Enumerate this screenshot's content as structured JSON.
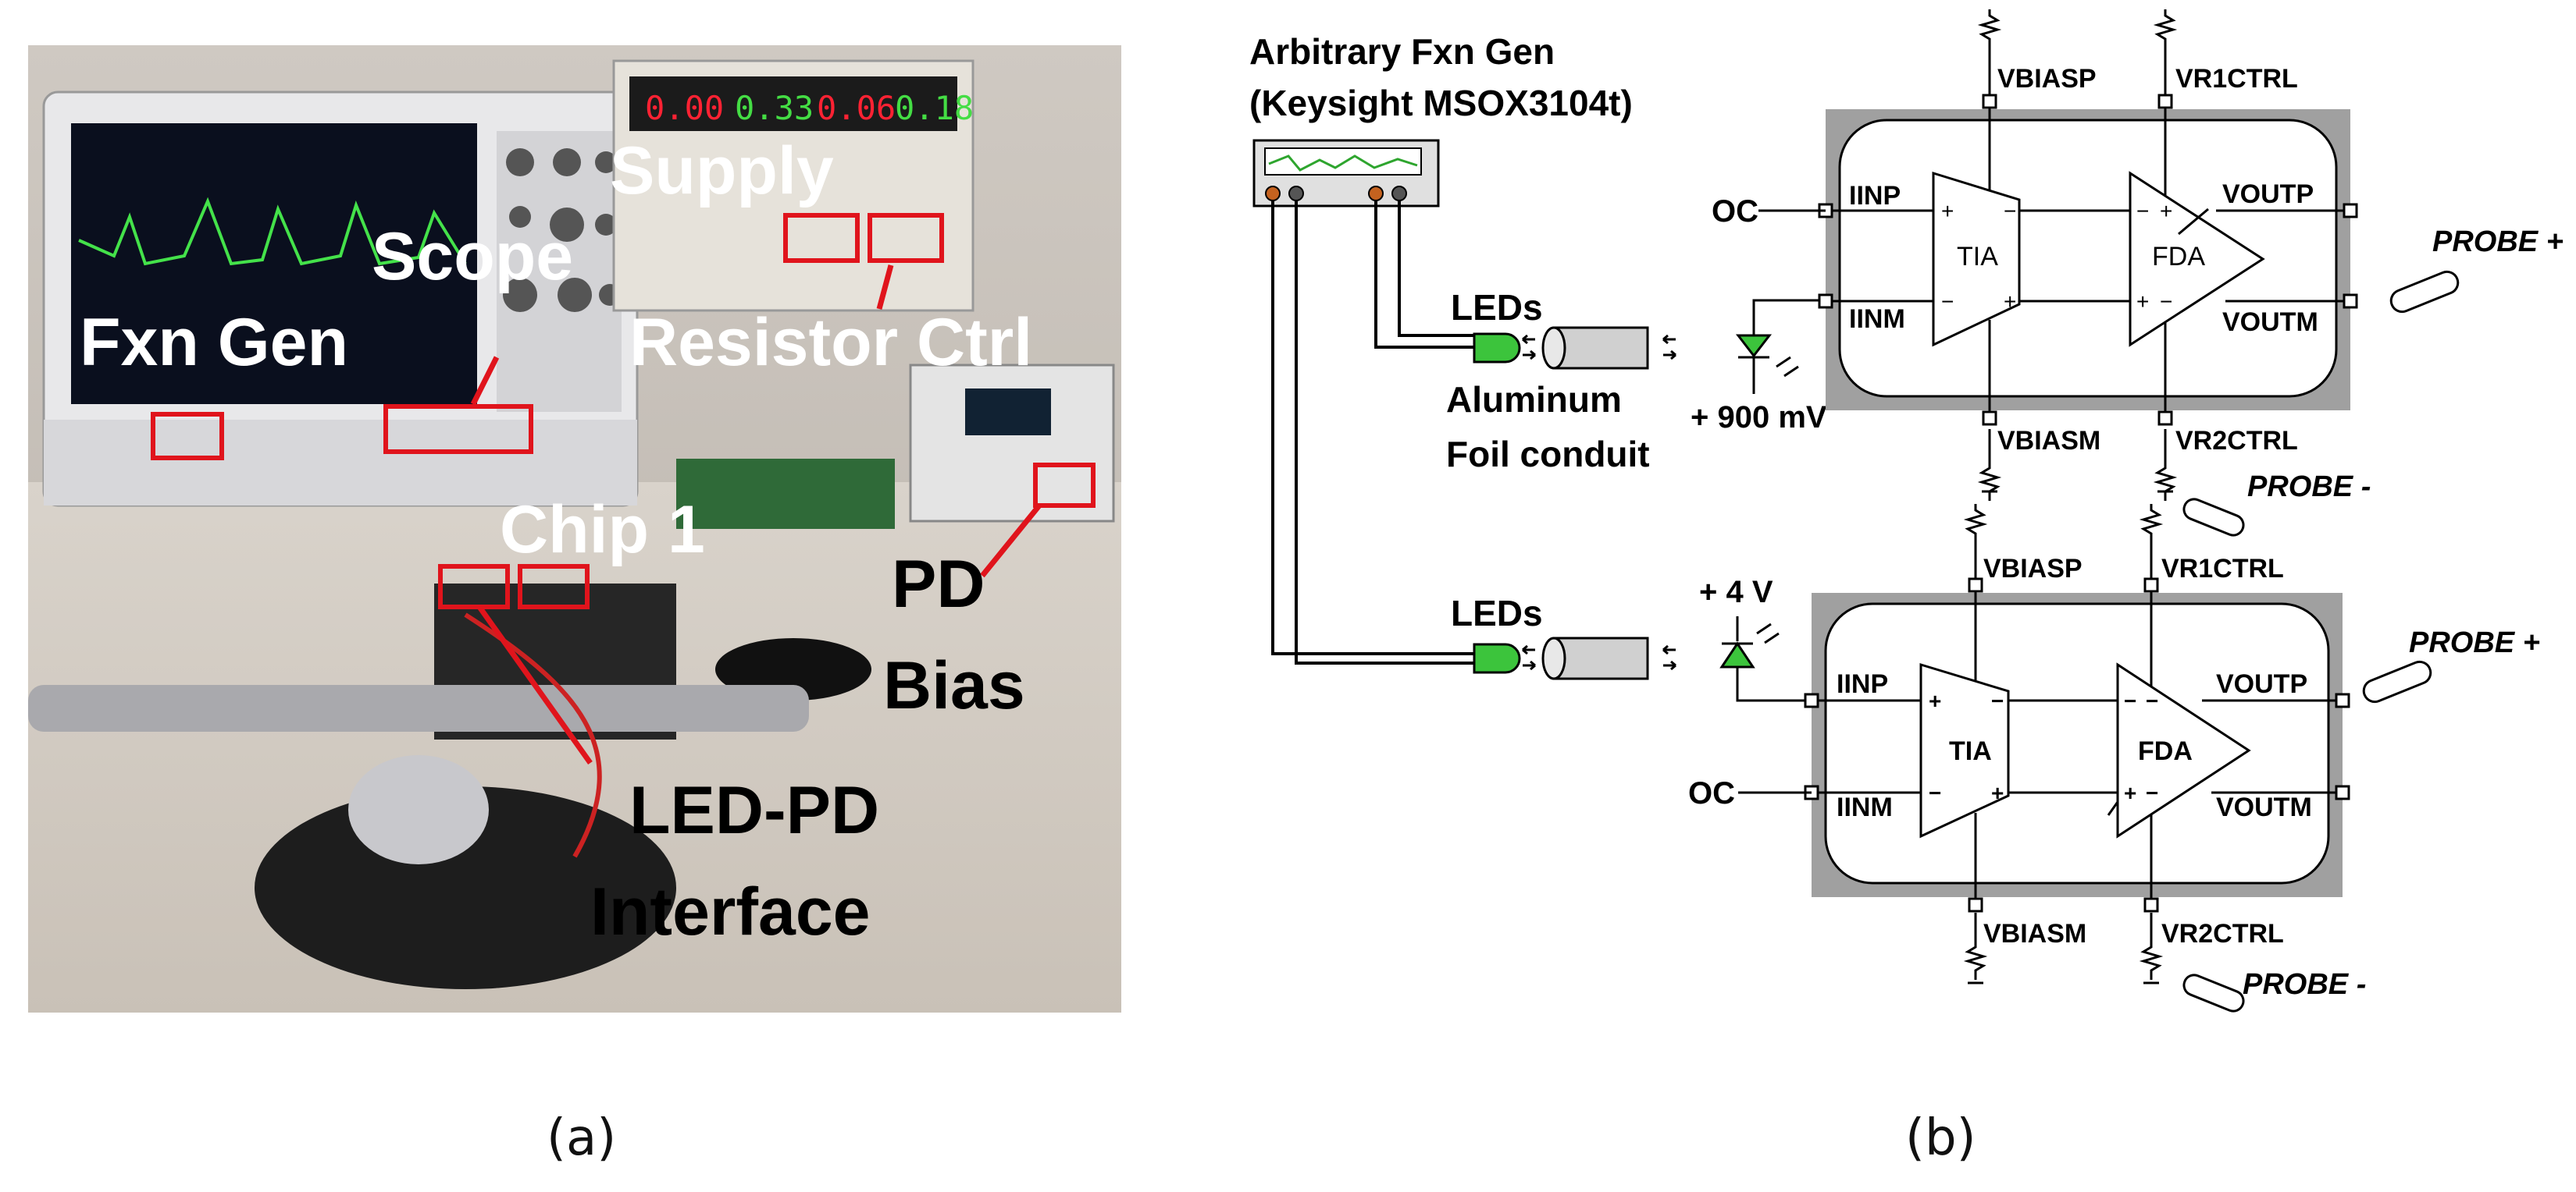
{
  "photo": {
    "labels": {
      "supply": "Supply",
      "scope": "Scope",
      "fxn_gen": "Fxn Gen",
      "resistor_ctrl": "Resistor Ctrl",
      "chip1": "Chip 1",
      "pd_bias_line1": "PD",
      "pd_bias_line2": "Bias",
      "led_pd_line1": "LED-PD",
      "led_pd_line2": "Interface"
    },
    "highlight_color": "#e0141c"
  },
  "schematic": {
    "fxn_gen_title_line1": "Arbitrary Fxn Gen",
    "fxn_gen_title_line2": "(Keysight MSOX3104t)",
    "leds_top": "LEDs",
    "leds_bottom": "LEDs",
    "conduit_line1": "Aluminum",
    "conduit_line2": "Foil conduit",
    "bias_top": "+ 900 mV",
    "bias_bottom": "+ 4 V",
    "oc_top": "OC",
    "oc_bottom": "OC",
    "top_chip": {
      "vbiasp": "VBIASP",
      "vr1ctrl": "VR1CTRL",
      "vbiasm": "VBIASM",
      "vr2ctrl": "VR2CTRL",
      "iinp": "IINP",
      "iinm": "IINM",
      "voutp": "VOUTP",
      "voutm": "VOUTM",
      "tia": "TIA",
      "fda": "FDA",
      "probe_plus": "PROBE +",
      "probe_minus": "PROBE -"
    },
    "bottom_chip": {
      "vbiasp": "VBIASP",
      "vr1ctrl": "VR1CTRL",
      "vbiasm": "VBIASM",
      "vr2ctrl": "VR2CTRL",
      "iinp": "IINP",
      "iinm": "IINM",
      "voutp": "VOUTP",
      "voutm": "VOUTM",
      "tia": "TIA",
      "fda": "FDA",
      "probe_plus": "PROBE +",
      "probe_minus": "PROBE -"
    },
    "led_color": "#3cc43c",
    "chip_border_color": "#a0a0a0"
  },
  "captions": {
    "a": "(a)",
    "b": "(b)"
  }
}
